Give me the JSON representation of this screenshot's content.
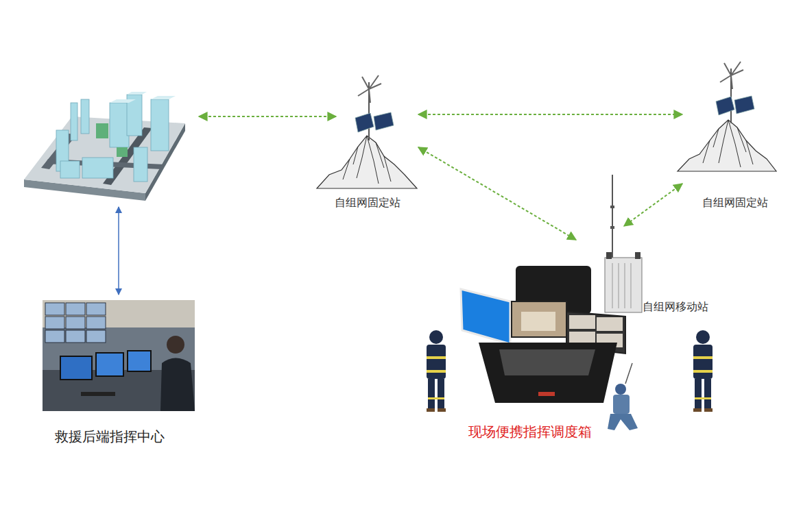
{
  "diagram": {
    "nodes": [
      {
        "text": [
          "自组网固定站"
        ]
      },
      {
        "text": [
          "自组网固定站"
        ]
      },
      {
        "text": [
          "自组网移动站"
        ]
      },
      {
        "text": [
          "救援后端指挥中心"
        ]
      },
      {
        "text": [
          "现场便携指挥调度箱"
        ]
      }
    ],
    "edges": [
      {
        "from": 0,
        "to": 1,
        "arrow": "both"
      },
      {
        "from": 0,
        "to": 4,
        "arrow": "both"
      },
      {
        "from": 1,
        "to": 2,
        "arrow": "both"
      }
    ]
  }
}
